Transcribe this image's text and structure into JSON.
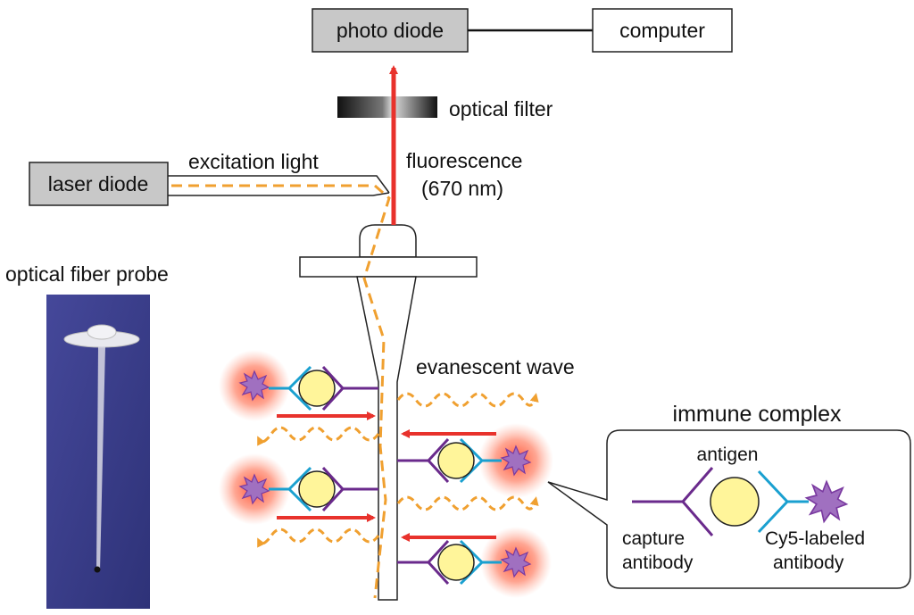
{
  "labels": {
    "photo_diode": "photo diode",
    "computer": "computer",
    "optical_filter": "optical filter",
    "laser_diode": "laser diode",
    "excitation_light": "excitation light",
    "fluorescence": "fluorescence",
    "fluorescence_wavelength": "(670 nm)",
    "optical_fiber_probe": "optical fiber probe",
    "evanescent_wave": "evanescent wave",
    "immune_complex": "immune complex",
    "antigen": "antigen",
    "capture_antibody_line1": "capture",
    "capture_antibody_line2": "antibody",
    "cy5_antibody_line1": "Cy5-labeled",
    "cy5_antibody_line2": "antibody"
  },
  "colors": {
    "fluorescence_arrow": "#e8322c",
    "excitation_light": "#f0a030",
    "device_box_gray": "#c8c8c8",
    "capture_antibody": "#6a2a8c",
    "labeled_antibody": "#1aa0d0",
    "antigen": "#fff59a",
    "cy5_dye": "#a070c0",
    "glow": "#ff5a3a",
    "photo_background": "#3b3f8c"
  }
}
